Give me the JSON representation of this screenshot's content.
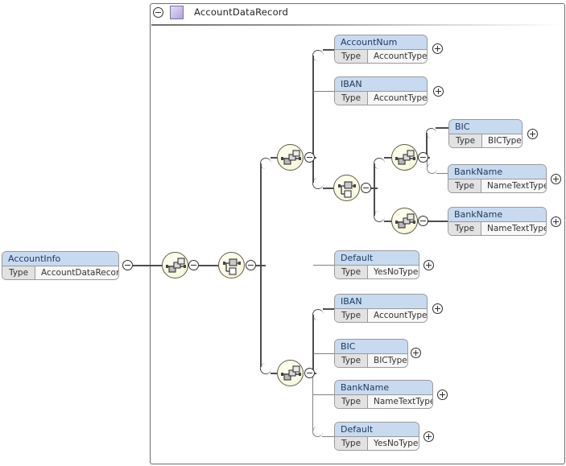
{
  "diagram": {
    "kind": "xml-schema-tree",
    "root_element": {
      "name": "AccountInfo",
      "type_label": "Type",
      "type_value": "AccountDataRecord",
      "toggle": "minus"
    },
    "container": {
      "title": "AccountDataRecord",
      "toggle": "minus",
      "swatch": "complex-type-swatch"
    },
    "compositors": [
      {
        "id": "seq-root",
        "icon": "sequence-icon",
        "toggle": "minus"
      },
      {
        "id": "choice-root",
        "icon": "choice-icon",
        "toggle": "minus"
      },
      {
        "id": "seq-a",
        "icon": "sequence-icon",
        "toggle": "minus"
      },
      {
        "id": "choice-a",
        "icon": "choice-icon",
        "toggle": "minus"
      },
      {
        "id": "seq-a1",
        "icon": "sequence-icon",
        "toggle": "minus"
      },
      {
        "id": "seq-a2",
        "icon": "sequence-icon",
        "toggle": "minus"
      },
      {
        "id": "seq-b",
        "icon": "sequence-icon",
        "toggle": "minus"
      }
    ],
    "elements": [
      {
        "id": "accountnum",
        "name": "AccountNum",
        "type_label": "Type",
        "type_value": "AccountType",
        "toggle": "plus"
      },
      {
        "id": "iban-a",
        "name": "IBAN",
        "type_label": "Type",
        "type_value": "AccountType",
        "toggle": "plus"
      },
      {
        "id": "bic-a",
        "name": "BIC",
        "type_label": "Type",
        "type_value": "BICType",
        "toggle": "plus"
      },
      {
        "id": "bankname-a1",
        "name": "BankName",
        "type_label": "Type",
        "type_value": "NameTextType",
        "toggle": "plus"
      },
      {
        "id": "bankname-a2",
        "name": "BankName",
        "type_label": "Type",
        "type_value": "NameTextType",
        "toggle": "plus"
      },
      {
        "id": "default-a",
        "name": "Default",
        "type_label": "Type",
        "type_value": "YesNoType",
        "toggle": "plus"
      },
      {
        "id": "iban-b",
        "name": "IBAN",
        "type_label": "Type",
        "type_value": "AccountType",
        "toggle": "plus"
      },
      {
        "id": "bic-b",
        "name": "BIC",
        "type_label": "Type",
        "type_value": "BICType",
        "toggle": "plus"
      },
      {
        "id": "bankname-b",
        "name": "BankName",
        "type_label": "Type",
        "type_value": "NameTextType",
        "toggle": "plus"
      },
      {
        "id": "default-b",
        "name": "Default",
        "type_label": "Type",
        "type_value": "YesNoType",
        "toggle": "plus"
      }
    ],
    "colors": {
      "element_header": "#c8daf0",
      "element_body": "#f7f7f7",
      "type_label_cell": "#e2e2e2",
      "compositor_fill": "#fbfbe4",
      "swatch": "#b3a3dd",
      "border": "#9a9a9a",
      "line": "#808080",
      "line_thick": "#4d4d4d"
    }
  }
}
